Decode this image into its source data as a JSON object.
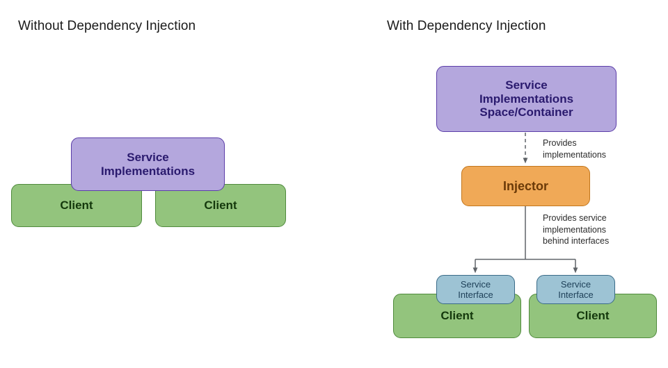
{
  "headings": {
    "left": "Without Dependency Injection",
    "right": "With Dependency Injection"
  },
  "colors": {
    "purple_fill": "#b4a7dd",
    "purple_border": "#5b3da8",
    "purple_text": "#2a1a6e",
    "green_fill": "#93c47d",
    "green_border": "#4f8a3c",
    "green_text": "#14380c",
    "orange_fill": "#f0a957",
    "orange_border": "#c2761c",
    "orange_text": "#6b3a08",
    "blue_fill": "#9dc3d4",
    "blue_border": "#3a6b88",
    "blue_text": "#1d3f57",
    "connector": "#5f6368",
    "heading_text": "#1a1a1a",
    "label_text": "#2c2c2c"
  },
  "left_panel": {
    "service_implementations": "Service\nImplementations",
    "client_1": "Client",
    "client_2": "Client"
  },
  "right_panel": {
    "container": "Service\nImplementations\nSpace/Container",
    "injector": "Injector",
    "service_interface_1": "Service\nInterface",
    "service_interface_2": "Service\nInterface",
    "client_1": "Client",
    "client_2": "Client",
    "edge_label_provides_implementations": "Provides\nimplementations",
    "edge_label_provides_service": "Provides service\nimplementations\nbehind interfaces"
  }
}
